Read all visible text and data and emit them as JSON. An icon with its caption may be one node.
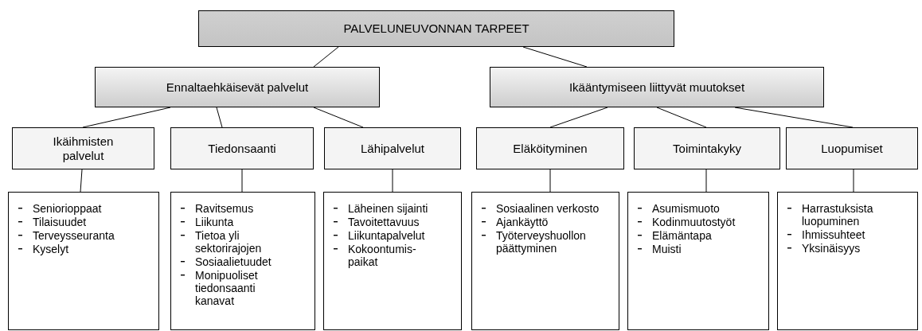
{
  "diagram": {
    "nodes": [
      {
        "text": [
          "PALVELUNEUVONNAN TARPEET"
        ]
      },
      {
        "text": [
          "Ennaltaehkäisevät palvelut"
        ]
      },
      {
        "text": [
          "Ikääntymiseen liittyvät muutokset"
        ]
      },
      {
        "text": [
          "Ikäihmisten palvelut"
        ]
      },
      {
        "text": [
          "Tiedonsaanti"
        ]
      },
      {
        "text": [
          "Lähipalvelut"
        ]
      },
      {
        "text": [
          "Eläköityminen"
        ]
      },
      {
        "text": [
          "Toimintakyky"
        ]
      },
      {
        "text": [
          "Luopumiset"
        ]
      },
      {
        "text": [
          "Seniorioppaat",
          "Tilaisuudet",
          "Terveysseuranta",
          "Kyselyt"
        ]
      },
      {
        "text": [
          "Ravitsemus",
          "Liikunta",
          "Tietoa yli sektorirajojen",
          "Sosiaalietuudet",
          "Monipuoliset tiedonsaanti kanavat"
        ]
      },
      {
        "text": [
          "Läheinen sijainti",
          "Tavoitettavuus",
          "Liikuntapalvelut",
          "Kokoontumis- paikat"
        ]
      },
      {
        "text": [
          "Sosiaalinen verkosto",
          "Ajankäyttö",
          "Työterveyshuollon päättyminen"
        ]
      },
      {
        "text": [
          "Asumismuoto",
          "Kodinmuutostyöt",
          "Elämäntapa",
          "Muisti"
        ]
      },
      {
        "text": [
          "Harrastuksista luopuminen",
          "Ihmissuhteet",
          "Yksinäisyys"
        ]
      }
    ],
    "edges": [
      {
        "from": 0,
        "to": 1,
        "arrow": "none"
      },
      {
        "from": 0,
        "to": 2,
        "arrow": "none"
      },
      {
        "from": 1,
        "to": 3,
        "arrow": "none"
      },
      {
        "from": 1,
        "to": 4,
        "arrow": "none"
      },
      {
        "from": 1,
        "to": 5,
        "arrow": "none"
      },
      {
        "from": 2,
        "to": 6,
        "arrow": "none"
      },
      {
        "from": 2,
        "to": 7,
        "arrow": "none"
      },
      {
        "from": 2,
        "to": 8,
        "arrow": "none"
      },
      {
        "from": 3,
        "to": 9,
        "arrow": "none"
      },
      {
        "from": 4,
        "to": 10,
        "arrow": "none"
      },
      {
        "from": 5,
        "to": 11,
        "arrow": "none"
      },
      {
        "from": 6,
        "to": 12,
        "arrow": "none"
      },
      {
        "from": 7,
        "to": 13,
        "arrow": "none"
      },
      {
        "from": 8,
        "to": 14,
        "arrow": "none"
      }
    ]
  }
}
